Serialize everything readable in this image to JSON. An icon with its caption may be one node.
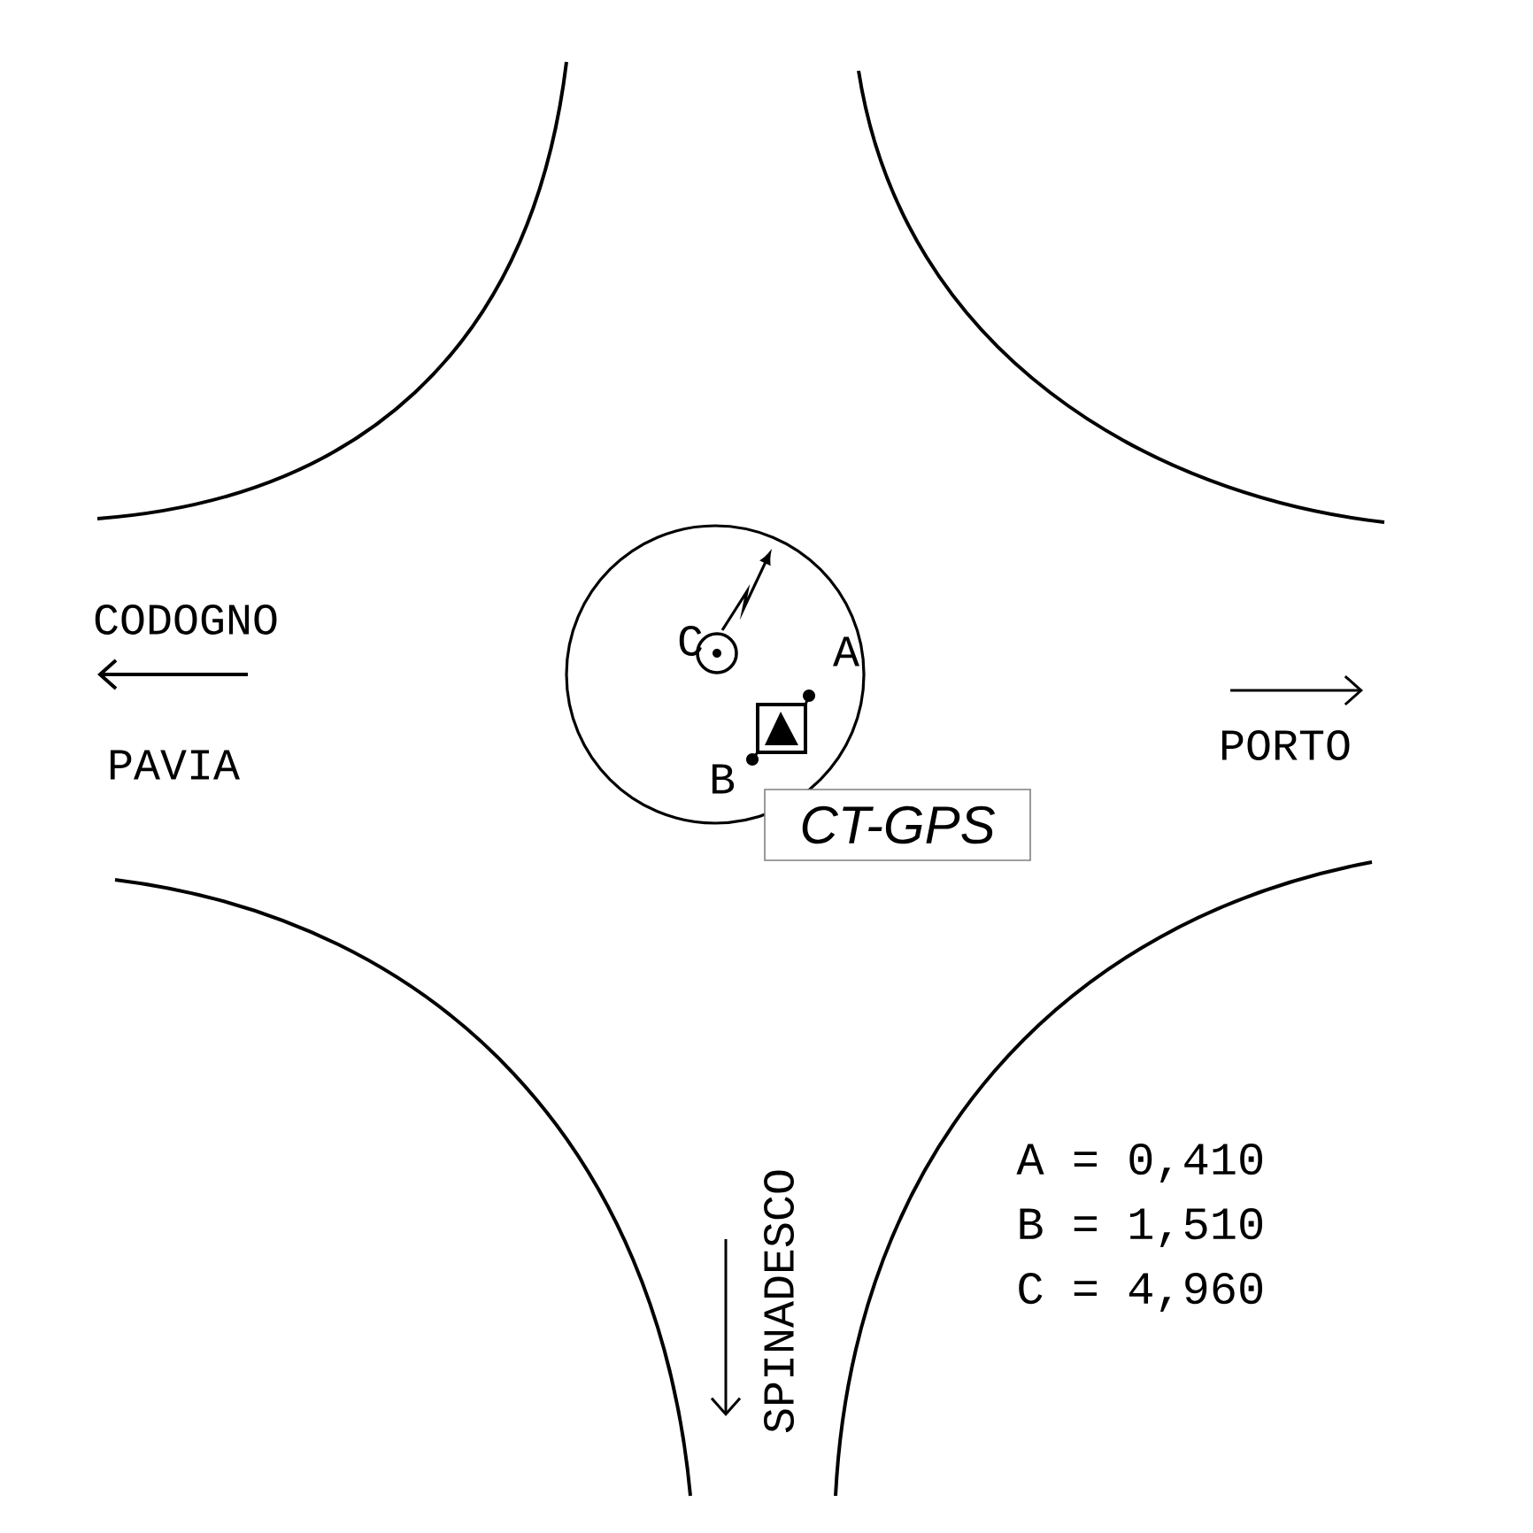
{
  "diagram": {
    "nodes": [
      {
        "text": [
          "CT-GPS"
        ]
      }
    ],
    "labels": [
      "CODOGNO",
      "PAVIA",
      "PORTO",
      "SPINADESCO",
      "C",
      "A",
      "B",
      "A = 0,410",
      "B = 1,510",
      "C = 4,960"
    ]
  }
}
